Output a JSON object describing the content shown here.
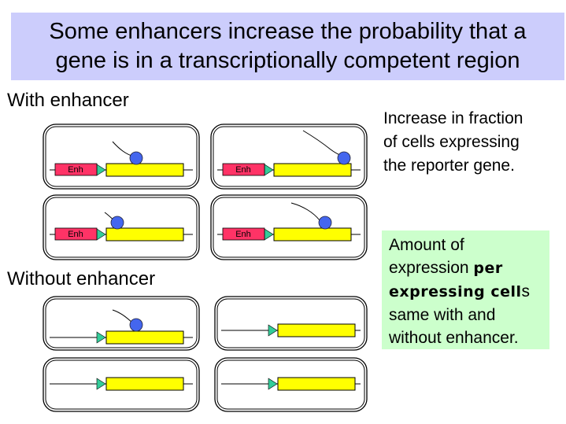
{
  "title": {
    "line1": "Some enhancers increase the probability that a",
    "line2": "gene is in a transcriptionally competent region"
  },
  "sections": {
    "with_enhancer": "With enhancer",
    "without_enhancer": "Without enhancer"
  },
  "side_note": {
    "line1": "Increase in fraction",
    "line2": "of cells expressing",
    "line3": "the reporter gene."
  },
  "green_note": {
    "line1": "Amount of",
    "line2_plain": "expression ",
    "line2_bold": "per",
    "line3_bold": "expressing cell",
    "line3_plain": "s",
    "line4": "same with and",
    "line5": "without enhancer."
  },
  "diagram": {
    "enhancer_label": "Enh",
    "colors": {
      "enhancer_box": "#ff3366",
      "gene_box": "#ffff00",
      "promoter": "#33cc99",
      "polymerase": "#4466ee",
      "cell_border": "#000000"
    },
    "cells": [
      {
        "section": "with-enhancer",
        "enhancer": true,
        "polymerase": true
      },
      {
        "section": "with-enhancer",
        "enhancer": true,
        "polymerase": true
      },
      {
        "section": "with-enhancer",
        "enhancer": true,
        "polymerase": true
      },
      {
        "section": "with-enhancer",
        "enhancer": true,
        "polymerase": true
      },
      {
        "section": "without-enhancer",
        "enhancer": false,
        "polymerase": true
      },
      {
        "section": "without-enhancer",
        "enhancer": false,
        "polymerase": false
      },
      {
        "section": "without-enhancer",
        "enhancer": false,
        "polymerase": false
      },
      {
        "section": "without-enhancer",
        "enhancer": false,
        "polymerase": false
      }
    ]
  }
}
